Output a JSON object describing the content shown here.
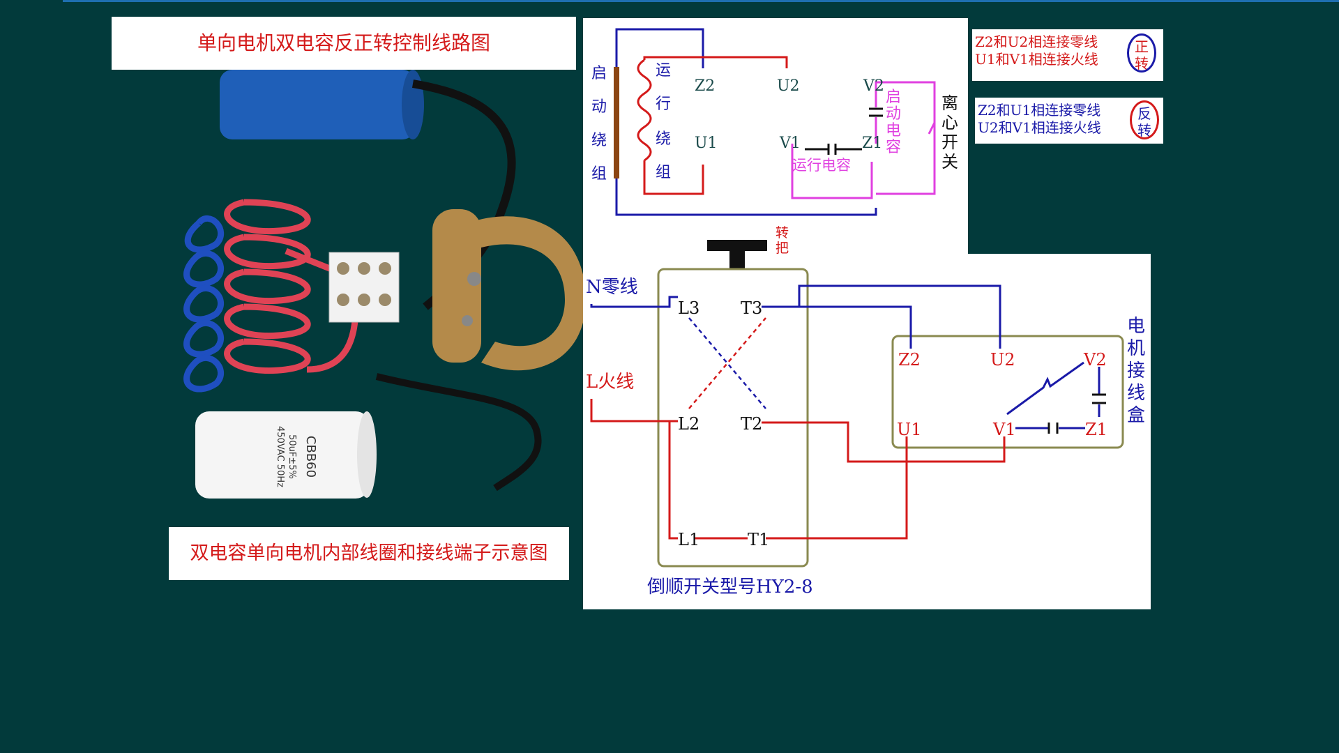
{
  "title": "单向电机双电容反正转控制线路图",
  "caption": "双电容单向电机内部线圈和接线端子示意图",
  "photo_capacitor_text": [
    "CBB60",
    "50uF±5%",
    "450VAC 50Hz"
  ],
  "top_diagram": {
    "start_winding": [
      "启",
      "动",
      "绕",
      "组"
    ],
    "run_winding": [
      "运",
      "行",
      "绕",
      "组"
    ],
    "terminals": [
      "Z2",
      "U2",
      "V2",
      "U1",
      "V1",
      "Z1"
    ],
    "run_capacitor": "运行电容",
    "start_capacitor": [
      "启",
      "动",
      "电",
      "容"
    ],
    "centrifugal_switch": [
      "离",
      "心",
      "开",
      "关"
    ]
  },
  "legend": {
    "forward": {
      "line1": "Z2和U2相连接零线",
      "line2": "U1和V1相连接火线",
      "badge": [
        "正",
        "转"
      ]
    },
    "reverse": {
      "line1": "Z2和U1相连接零线",
      "line2": "U2和V1相连接火线",
      "badge": [
        "反",
        "转"
      ]
    }
  },
  "switch_diagram": {
    "handle_label": [
      "转",
      "把"
    ],
    "neutral": "N零线",
    "live": "L火线",
    "switch_terminals": [
      "L3",
      "T3",
      "L2",
      "T2",
      "L1",
      "T1"
    ],
    "model": "倒顺开关型号HY2-8",
    "junction_box": [
      "电",
      "机",
      "接",
      "线",
      "盒"
    ],
    "box_terminals": [
      "Z2",
      "U2",
      "V2",
      "U1",
      "V1",
      "Z1"
    ]
  },
  "colors": {
    "background": "#023a3b",
    "red": "#d41a1a",
    "blue": "#1a1aa8",
    "magenta": "#e040e0",
    "olive": "#8a8a50"
  }
}
